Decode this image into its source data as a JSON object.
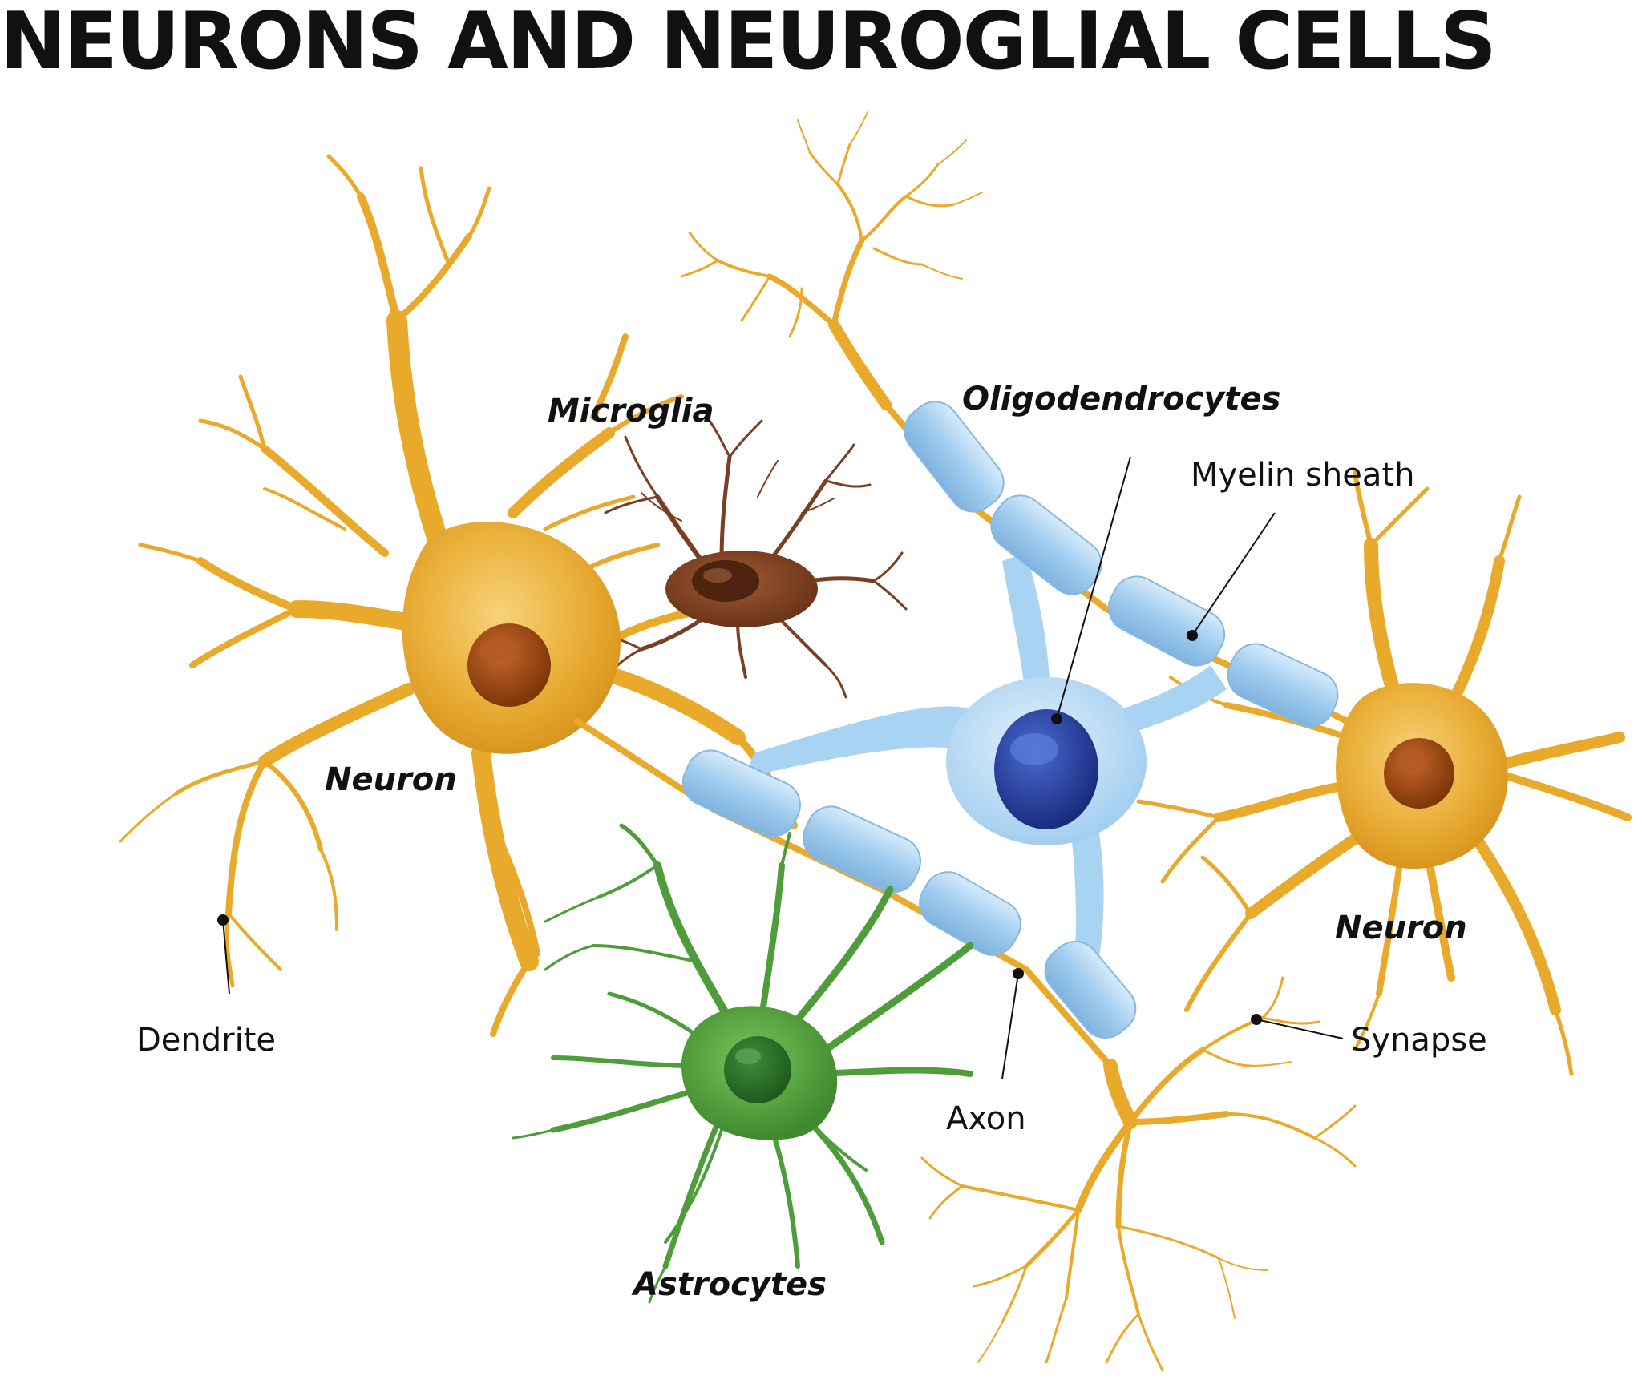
{
  "title": "NEURONS AND NEUROGLIAL CELLS",
  "labels": {
    "microglia": "Microglia",
    "oligodendrocytes": "Oligodendrocytes",
    "myelin_sheath": "Myelin sheath",
    "neuron_left": "Neuron",
    "neuron_right": "Neuron",
    "dendrite": "Dendrite",
    "synapse": "Synapse",
    "axon": "Axon",
    "astrocytes": "Astrocytes"
  },
  "colors": {
    "neuron": "#E9A92A",
    "neuron_nucleus": "#9A4A12",
    "microglia": "#7A3E22",
    "oligodendrocyte": "#A9D3F2",
    "oligodendrocyte_nucleus": "#233E9A",
    "astrocyte": "#4E9C3A",
    "astrocyte_nucleus": "#2C6E2A"
  }
}
